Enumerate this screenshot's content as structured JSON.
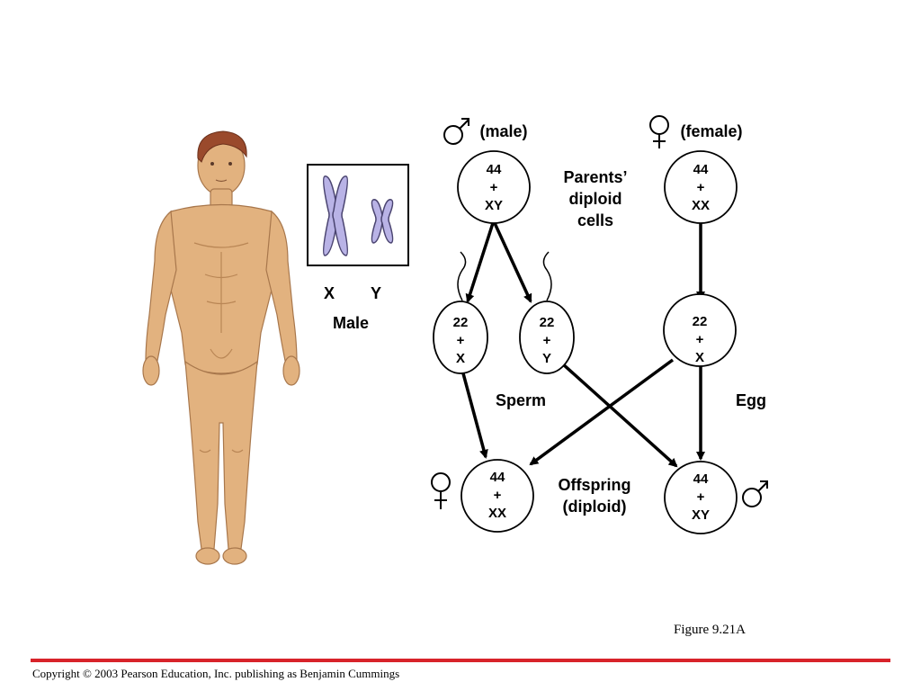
{
  "labels": {
    "male_parent": "(male)",
    "female_parent": "(female)",
    "parents_diploid": [
      "Parents’",
      "diploid",
      "cells"
    ],
    "sperm": "Sperm",
    "egg": "Egg",
    "offspring": [
      "Offspring",
      "(diploid)"
    ],
    "chromosome_x": "X",
    "chromosome_y": "Y",
    "male": "Male"
  },
  "cells": {
    "male_parent": [
      "44",
      "+",
      "XY"
    ],
    "female_parent": [
      "44",
      "+",
      "XX"
    ],
    "sperm_x": [
      "22",
      "+",
      "X"
    ],
    "sperm_y": [
      "22",
      "+",
      "Y"
    ],
    "egg": [
      "22",
      "+",
      "X"
    ],
    "offspring_female": [
      "44",
      "+",
      "XX"
    ],
    "offspring_male": [
      "44",
      "+",
      "XY"
    ]
  },
  "figure_label": "Figure 9.21A",
  "copyright": "Copyright © 2003 Pearson Education, Inc. publishing as Benjamin Cummings",
  "colors": {
    "rule": "#d8232a",
    "skin": "#e2b27f",
    "skin_shade": "#c48e5d",
    "hair": "#9a4a2c",
    "chromosome": "#b9b3e6",
    "chromosome_outline": "#4a4470"
  },
  "icons": [
    "male-symbol-icon",
    "female-symbol-icon"
  ]
}
